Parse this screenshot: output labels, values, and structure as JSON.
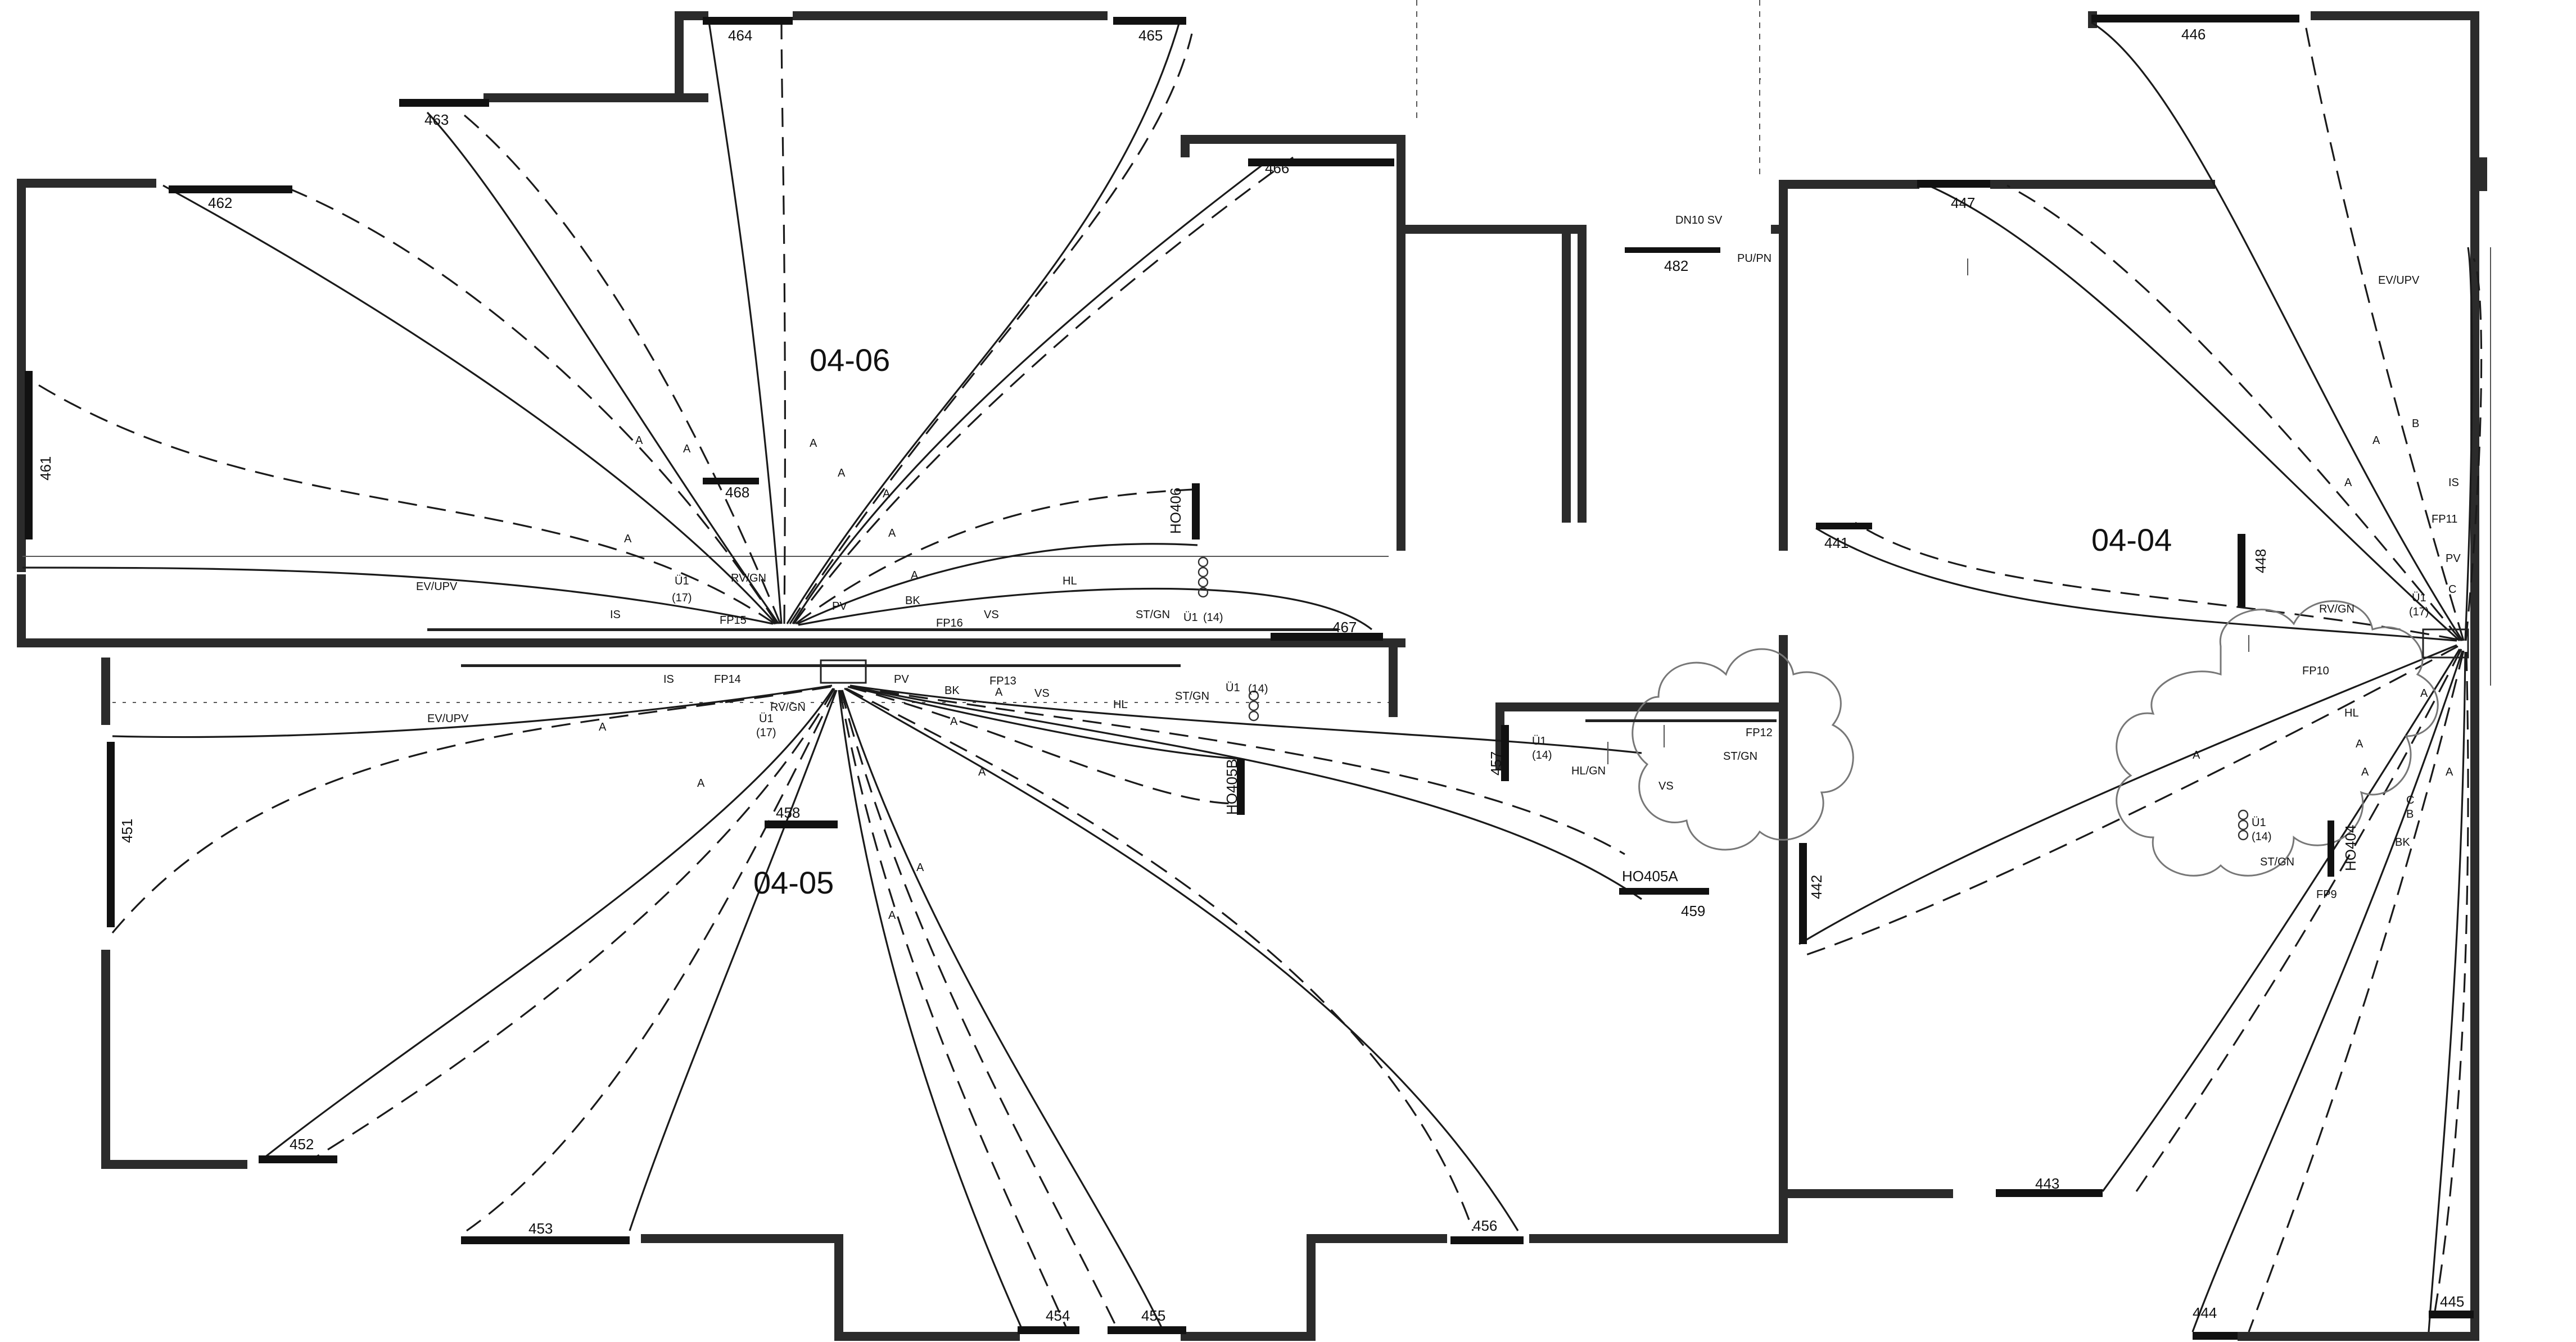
{
  "rooms": {
    "r0404": "04-04",
    "r0405": "04-05",
    "r0406": "04-06"
  },
  "panels": {
    "p441": "441",
    "p442": "442",
    "p443": "443",
    "p444": "444",
    "p445": "445",
    "p446": "446",
    "p447": "447",
    "p448": "448",
    "p451": "451",
    "p452": "452",
    "p453": "453",
    "p454": "454",
    "p455": "455",
    "p456": "456",
    "p457": "457",
    "p458": "458",
    "p459": "459",
    "p461": "461",
    "p462": "462",
    "p463": "463",
    "p464": "464",
    "p465": "465",
    "p466": "466",
    "p467": "467",
    "p468": "468",
    "p482": "482"
  },
  "equipment": {
    "ho404": "HO404",
    "ho405a": "HO405A",
    "ho405b": "HO405B",
    "ho406": "HO406",
    "dn10": "DN10 SV",
    "pupn": "PU/PN"
  },
  "tags": {
    "evupv": "EV/UPV",
    "is": "IS",
    "pv": "PV",
    "bk": "BK",
    "vs": "VS",
    "hl": "HL",
    "stgn": "ST/GN",
    "rvgn": "RV/GN",
    "hlgn": "HL/GN",
    "fp9": "FP9",
    "fp10": "FP10",
    "fp11": "FP11",
    "fp12": "FP12",
    "fp13": "FP13",
    "fp14": "FP14",
    "fp15": "FP15",
    "fp16": "FP16",
    "u1": "Ü1",
    "n14": "(14)",
    "n17": "(17)",
    "a": "A",
    "b": "B",
    "c": "C"
  }
}
